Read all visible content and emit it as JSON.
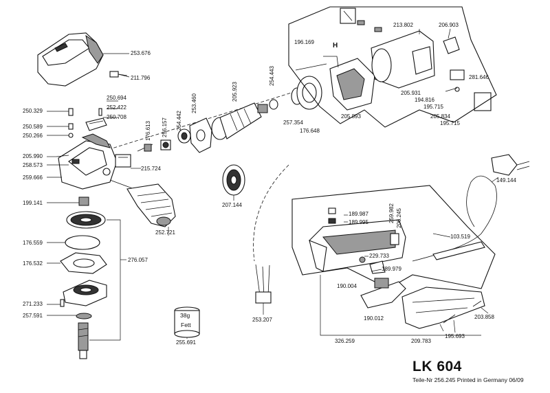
{
  "model": "LK 604",
  "footer": "Teile-Nr 256.245 Printed in Germany 06/09",
  "callouts": {
    "p253676": "253.676",
    "p211796": "211.796",
    "p250694": "250.694",
    "p252422": "252.422",
    "p250708": "250.708",
    "p250329": "250.329",
    "p250589": "250.589",
    "p250266": "250.266",
    "p205990": "205.990",
    "p258573": "258.573",
    "p259666": "259.666",
    "p215724": "215.724",
    "p199141": "199.141",
    "p176559": "176.559",
    "p176532": "176.532",
    "p276057": "276.057",
    "p271233": "271.233",
    "p257591": "257.591",
    "p176613": "176.613",
    "p256157": "256.157",
    "p254442": "254.442",
    "p253460": "253.460",
    "p205923": "205.923",
    "p254443": "254.443",
    "p252721": "252.721",
    "p207144": "207.144",
    "p196169": "196.169",
    "pH": "H",
    "p257354": "257.354",
    "p176648": "176.648",
    "p205893": "205.893",
    "p213802": "213.802",
    "p206903": "206.903",
    "p281646": "281.646",
    "p205931": "205.931",
    "p194816": "194.816",
    "p195715a": "195.715",
    "p205834": "205.834",
    "p195715b": "195.715",
    "p149144": "149.144",
    "p189987": "189.987",
    "p189995": "189.995",
    "p259982": "259.982",
    "p206245": "206.245",
    "p103519": "103.519",
    "p229733": "229.733",
    "p189979": "189.979",
    "p190004": "190.004",
    "p190012": "190.012",
    "p203858": "203.858",
    "p195693": "195.693",
    "p209783": "209.783",
    "p326259": "326.259",
    "p253207": "253.207",
    "p255691": "255.691"
  },
  "grease_can": {
    "amount": "38g",
    "label": "Fett"
  }
}
